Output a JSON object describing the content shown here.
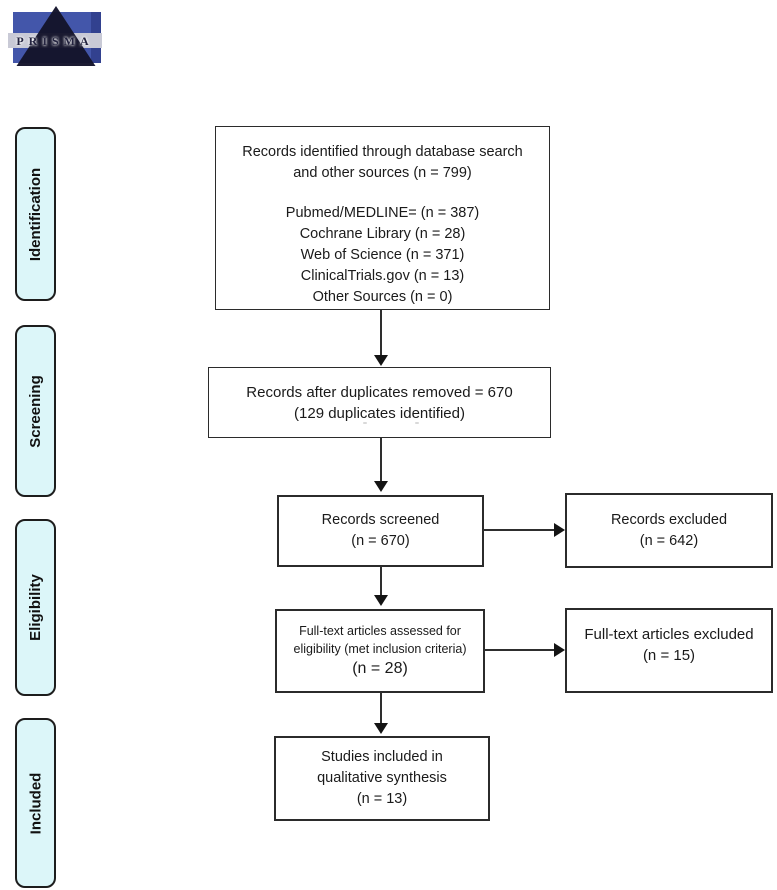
{
  "logo": {
    "text": "PRISMA"
  },
  "stages": {
    "identification": "Identification",
    "screening": "Screening",
    "eligibility": "Eligibility",
    "included": "Included"
  },
  "flow": {
    "identified": {
      "line1": "Records identified through database search",
      "line2": "and other sources (n = 799)",
      "sources": [
        "Pubmed/MEDLINE= (n = 387)",
        "Cochrane Library (n = 28)",
        "Web of Science (n = 371)",
        "ClinicalTrials.gov (n = 13)",
        "Other Sources (n = 0)"
      ]
    },
    "duplicates_removed": {
      "line1": "Records after duplicates removed = 670",
      "line2": "(129 duplicates identified)"
    },
    "screened": {
      "line1": "Records screened",
      "line2": "(n = 670)"
    },
    "records_excluded": {
      "line1": "Records excluded",
      "line2": "(n = 642)"
    },
    "fulltext_assessed": {
      "line1": "Full-text articles assessed for",
      "line2": "eligibility (met inclusion criteria)",
      "line3": "(n = 28)"
    },
    "fulltext_excluded": {
      "line1": "Full-text articles excluded",
      "line2": "(n = 15)"
    },
    "included_studies": {
      "line1": "Studies included in",
      "line2": "qualitative synthesis",
      "line3": "(n = 13)"
    }
  },
  "colors": {
    "stage_fill": "#dcf6f9",
    "box_border": "#2b2b2b",
    "arrow": "#141414",
    "logo_blue": "#4356aa",
    "logo_dark": "#14142b",
    "logo_band": "#c9cad6"
  }
}
